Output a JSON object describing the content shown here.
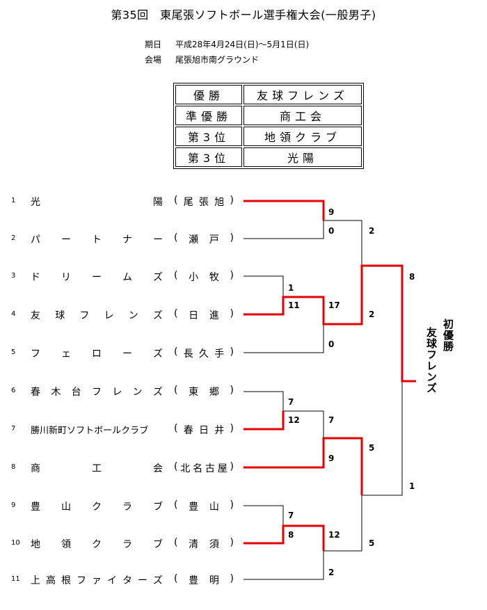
{
  "title": "第35回　東尾張ソフトボール選手権大会(一般男子)",
  "date_label": "期日",
  "date_value": "平成28年4月24日(日)～5月1日(日)",
  "venue_label": "会場",
  "venue_value": "尾張旭市南グラウンド",
  "results": [
    {
      "rank": "優勝",
      "team": "友球フレンズ"
    },
    {
      "rank": "準優勝",
      "team": "商工会"
    },
    {
      "rank": "第3位",
      "team": "地領クラブ"
    },
    {
      "rank": "第3位",
      "team": "光陽"
    }
  ],
  "teams": [
    {
      "num": "1",
      "name": "光陽",
      "org": "(尾張旭)"
    },
    {
      "num": "2",
      "name": "パートナー",
      "org": "(瀬戸)"
    },
    {
      "num": "3",
      "name": "ドリームズ",
      "org": "(小牧)"
    },
    {
      "num": "4",
      "name": "友球フレンズ",
      "org": "(日進)"
    },
    {
      "num": "5",
      "name": "フェローズ",
      "org": "(長久手)"
    },
    {
      "num": "6",
      "name": "春木台フレンズ",
      "org": "(東郷)"
    },
    {
      "num": "7",
      "name": "勝川新町ソフトボールクラブ",
      "org": "(春日井)"
    },
    {
      "num": "8",
      "name": "商工会",
      "org": "(北名古屋)"
    },
    {
      "num": "9",
      "name": "豊山クラブ",
      "org": "(豊山)"
    },
    {
      "num": "10",
      "name": "地領クラブ",
      "org": "(清須)"
    },
    {
      "num": "11",
      "name": "上高根ファイターズ",
      "org": "(豊明)"
    }
  ],
  "scores": {
    "m1_top": "9",
    "m1_bot": "0",
    "m2_top": "1",
    "m2_bot": "11",
    "m3_top": "17",
    "m3_bot": "0",
    "m4_top": "2",
    "m4_bot": "2",
    "m5_top": "7",
    "m5_bot": "12",
    "m6_top": "7",
    "m6_bot": "9",
    "m7_top": "7",
    "m7_bot": "8",
    "m8_top": "12",
    "m8_bot": "2",
    "m9_top": "5",
    "m9_bot": "5",
    "final_top": "8",
    "final_bot": "1"
  },
  "champion": {
    "label": "初優勝",
    "team": "友球フレンズ"
  },
  "colors": {
    "winner": "#e60000",
    "line": "#000000"
  }
}
